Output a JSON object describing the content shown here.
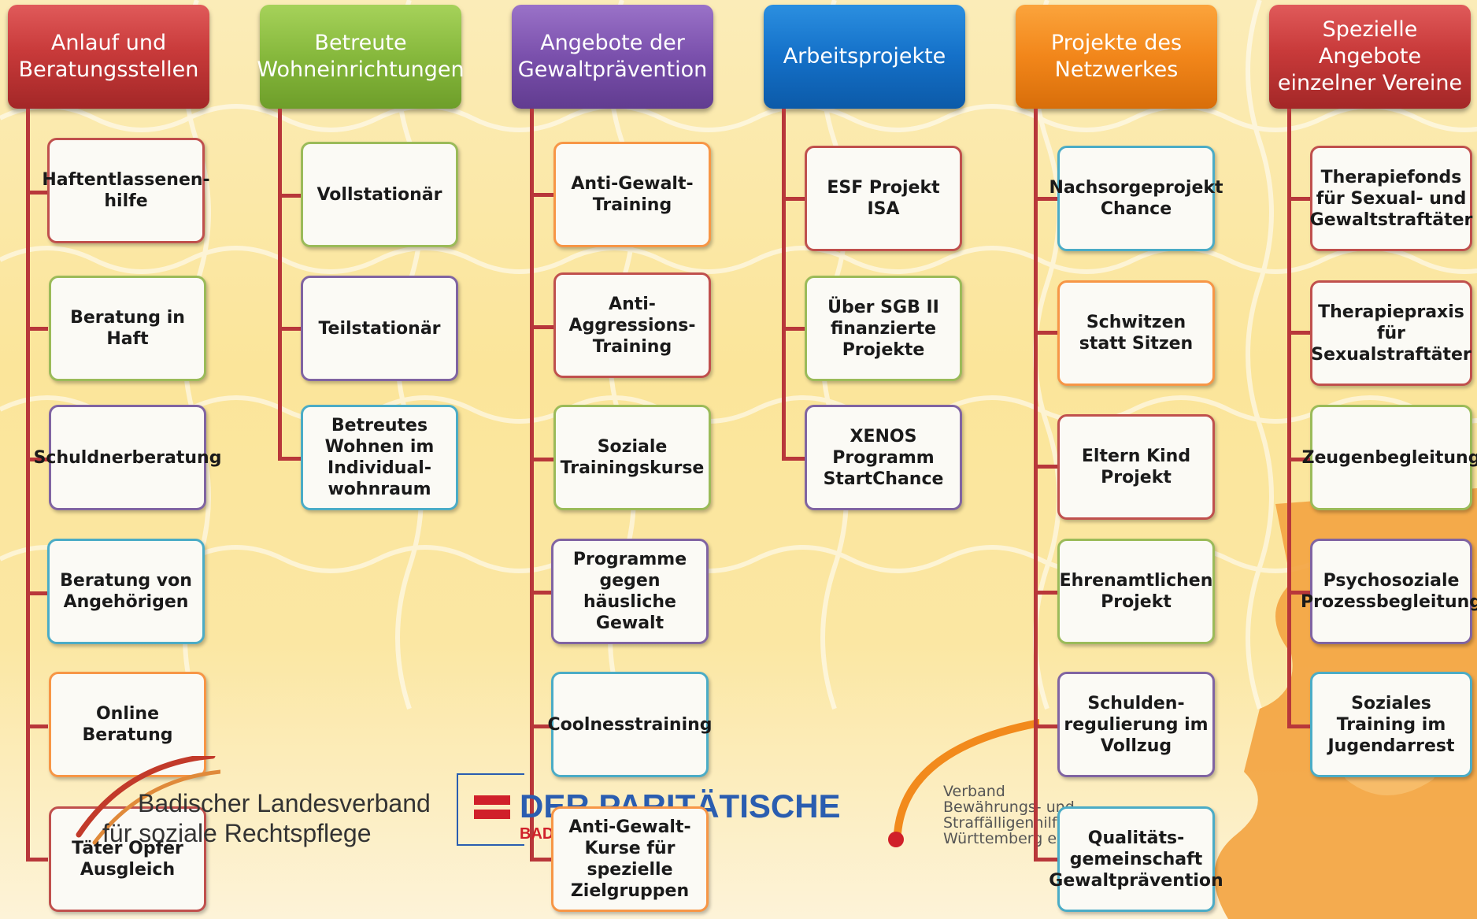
{
  "columns": [
    {
      "title": "Anlauf und Beratungsstellen",
      "color": "red",
      "items": [
        "Haftentlassenen-hilfe",
        "Beratung in Haft",
        "Schuldnerberatung",
        "Beratung von Angehörigen",
        "Online Beratung",
        "Täter Opfer Ausgleich"
      ],
      "item_borders": [
        "#c0504d",
        "#9bbb59",
        "#8064a2",
        "#4bacc6",
        "#f79646",
        "#c0504d"
      ]
    },
    {
      "title": "Betreute Wohneinrichtungen",
      "color": "green",
      "items": [
        "Vollstationär",
        "Teilstationär",
        "Betreutes Wohnen im Individual-wohnraum"
      ],
      "item_borders": [
        "#9bbb59",
        "#8064a2",
        "#4bacc6"
      ]
    },
    {
      "title": "Angebote der Gewaltprävention",
      "color": "purple",
      "items": [
        "Anti-Gewalt-Training",
        "Anti-Aggressions-Training",
        "Soziale Trainingskurse",
        "Programme gegen häusliche Gewalt",
        "Coolnesstraining",
        "Anti-Gewalt-Kurse für spezielle Zielgruppen"
      ],
      "item_borders": [
        "#f79646",
        "#c0504d",
        "#9bbb59",
        "#8064a2",
        "#4bacc6",
        "#f79646"
      ]
    },
    {
      "title": "Arbeitsprojekte",
      "color": "blue",
      "items": [
        "ESF Projekt ISA",
        "Über SGB II finanzierte Projekte",
        "XENOS Programm StartChance"
      ],
      "item_borders": [
        "#c0504d",
        "#9bbb59",
        "#8064a2"
      ]
    },
    {
      "title": "Projekte des Netzwerkes",
      "color": "orange",
      "items": [
        "Nachsorgeprojekt Chance",
        "Schwitzen statt Sitzen",
        "Eltern Kind Projekt",
        "Ehrenamtlichen Projekt",
        "Schulden-regulierung im Vollzug",
        "Qualitäts-gemeinschaft Gewaltprävention"
      ],
      "item_borders": [
        "#4bacc6",
        "#f79646",
        "#c0504d",
        "#9bbb59",
        "#8064a2",
        "#4bacc6"
      ]
    },
    {
      "title": "Spezielle Angebote einzelner Vereine",
      "color": "red",
      "items": [
        "Therapiefonds für Sexual- und Gewaltstraftäter",
        "Therapiepraxis für Sexualstraftäter",
        "Zeugenbegleitung",
        "Psychosoziale Prozessbegleitung",
        "Soziales Training im Jugendarrest"
      ],
      "item_borders": [
        "#c0504d",
        "#c0504d",
        "#9bbb59",
        "#8064a2",
        "#4bacc6"
      ]
    }
  ],
  "logos": {
    "badischer_line1": "Badischer Landesverband",
    "badischer_line2": "für soziale Rechtspflege",
    "paritaetische_line1": "DER PARITÄTISCHE",
    "paritaetische_line2": "BADEN-WÜRTTEMBERG",
    "verband_line1": "Verband",
    "verband_line2": "Bewährungs- und",
    "verband_line3": "Straffälligenhilfe",
    "verband_line4": "Württemberg e.V."
  },
  "colors": {
    "connector": "#b8373a",
    "background": "#fbe59a",
    "red": "#c0504d",
    "green": "#9bbb59",
    "purple": "#8064a2",
    "blue": "#1470c8",
    "orange": "#f79646"
  }
}
